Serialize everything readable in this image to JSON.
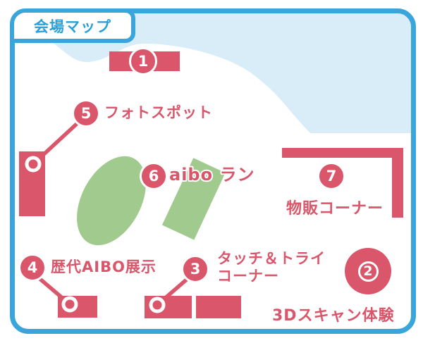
{
  "title": "会場マップ",
  "colors": {
    "accent_red": "#d9566b",
    "frame_blue": "#3aa5da",
    "light_blue": "#d9edf8",
    "green": "#a1ca8e",
    "title_blue": "#2aa0d8"
  },
  "markers": {
    "m1": {
      "number": "1"
    },
    "m2": {
      "number": "2",
      "label": "3Dスキャン体験"
    },
    "m3": {
      "number": "3",
      "label_line1": "タッチ＆トライ",
      "label_line2": "コーナー"
    },
    "m4": {
      "number": "4",
      "label": "歴代AIBO展示"
    },
    "m5": {
      "number": "5",
      "label": "フォトスポット"
    },
    "m6": {
      "number": "6",
      "label": "aibo ラン"
    },
    "m7": {
      "number": "7",
      "label": "物販コーナー"
    }
  }
}
